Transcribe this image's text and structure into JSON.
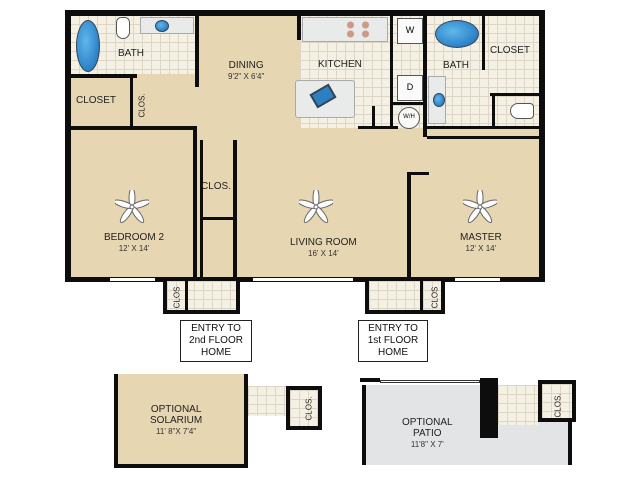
{
  "rooms": {
    "bath_left": {
      "label": "BATH"
    },
    "closet_left": {
      "label": "CLOSET"
    },
    "clos_left": {
      "label": "CLOS."
    },
    "dining": {
      "label": "DINING",
      "dims": "9'2\" X 6'4\""
    },
    "kitchen": {
      "label": "KITCHEN"
    },
    "bath_master": {
      "label": "BATH"
    },
    "closet_master": {
      "label": "CLOSET"
    },
    "clos_hall": {
      "label": "CLOS."
    },
    "bedroom2": {
      "label": "BEDROOM 2",
      "dims": "12' X 14'"
    },
    "living": {
      "label": "LIVING ROOM",
      "dims": "16' X 14'"
    },
    "master": {
      "label": "MASTER",
      "dims": "12' X 14'"
    },
    "clos_entry_left": {
      "label": "CLOS"
    },
    "clos_entry_right": {
      "label": "CLOS"
    },
    "solarium": {
      "label1": "OPTIONAL",
      "label2": "SOLARIUM",
      "dims": "11' 8\"X 7'4\""
    },
    "clos_solarium": {
      "label": "CLOS."
    },
    "patio": {
      "label1": "OPTIONAL",
      "label2": "PATIO",
      "dims": "11'8\" X 7'"
    },
    "clos_patio": {
      "label": "CLOS."
    }
  },
  "appliances": {
    "washer": "W",
    "dryer": "D",
    "water_heater": "W/H"
  },
  "entries": {
    "second_floor": {
      "line1": "ENTRY TO",
      "line2": "2nd FLOOR",
      "line3": "HOME"
    },
    "first_floor": {
      "line1": "ENTRY TO",
      "line2": "1st FLOOR",
      "line3": "HOME"
    }
  },
  "colors": {
    "carpet": "#e7d6b2",
    "tile": "#f4f0e4",
    "patio": "#e3e4e6",
    "wall": "#0d0d0d"
  }
}
